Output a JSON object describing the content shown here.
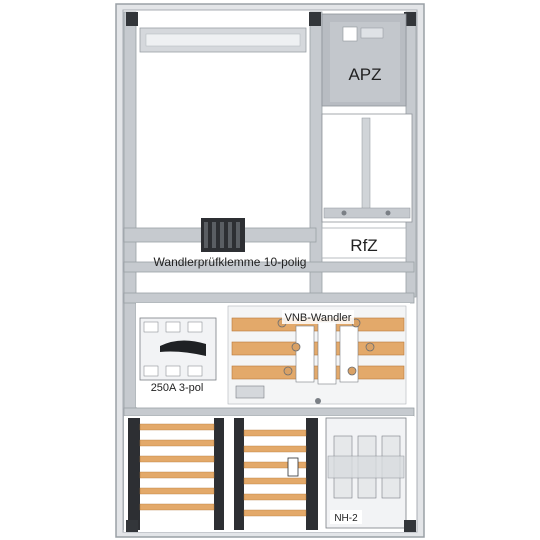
{
  "labels": {
    "apz": "APZ",
    "rfz": "RfZ",
    "wandler_klemme": "Wandlerprüfklemme 10-polig",
    "vnb_wandler": "VNB-Wandler",
    "switch": "250A 3-pol",
    "nh": "NH-2"
  },
  "colors": {
    "frame": "#c9ccd0",
    "rail": "#b9bec4",
    "busbar": "#e3a96a",
    "busbar_edge": "#b77a3c",
    "panel": "#ffffff",
    "meter": "#b8bcc2",
    "terminal_dark": "#2d2f33"
  }
}
